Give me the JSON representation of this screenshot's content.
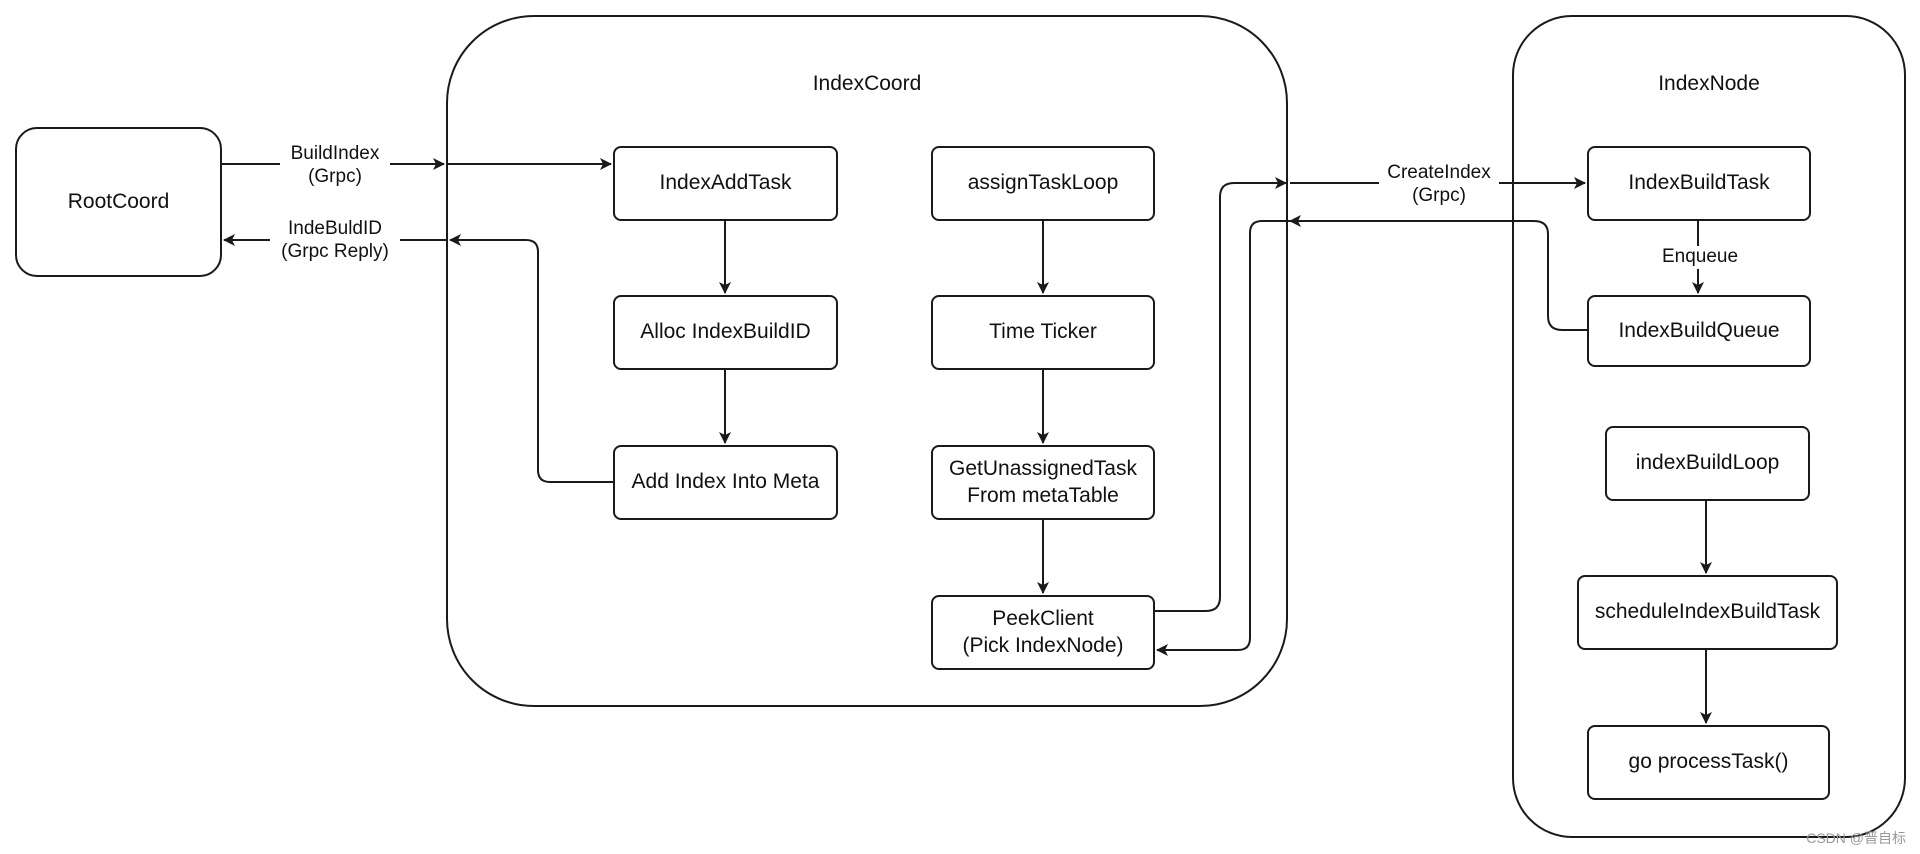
{
  "containers": {
    "indexcoord": {
      "title": "IndexCoord"
    },
    "indexnode": {
      "title": "IndexNode"
    }
  },
  "nodes": {
    "rootcoord": "RootCoord",
    "index_add_task": "IndexAddTask",
    "alloc_index_build_id": "Alloc IndexBuildID",
    "add_index_into_meta": "Add Index Into Meta",
    "assign_task_loop": "assignTaskLoop",
    "time_ticker": "Time Ticker",
    "get_unassigned_task": "GetUnassignedTask\nFrom metaTable",
    "peek_client": "PeekClient\n(Pick IndexNode)",
    "index_build_task": "IndexBuildTask",
    "index_build_queue": "IndexBuildQueue",
    "index_build_loop": "indexBuildLoop",
    "schedule_index_build_task": "scheduleIndexBuildTask",
    "go_process_task": "go processTask()"
  },
  "edges": {
    "build_index": "BuildIndex\n(Grpc)",
    "inde_buld_id": "IndeBuldID\n(Grpc Reply)",
    "create_index": "CreateIndex\n(Grpc)",
    "enqueue": "Enqueue"
  },
  "watermark": "CSDN @晋自标",
  "colors": {
    "stroke": "#1a1a1a",
    "background": "#ffffff",
    "text": "#111111"
  }
}
